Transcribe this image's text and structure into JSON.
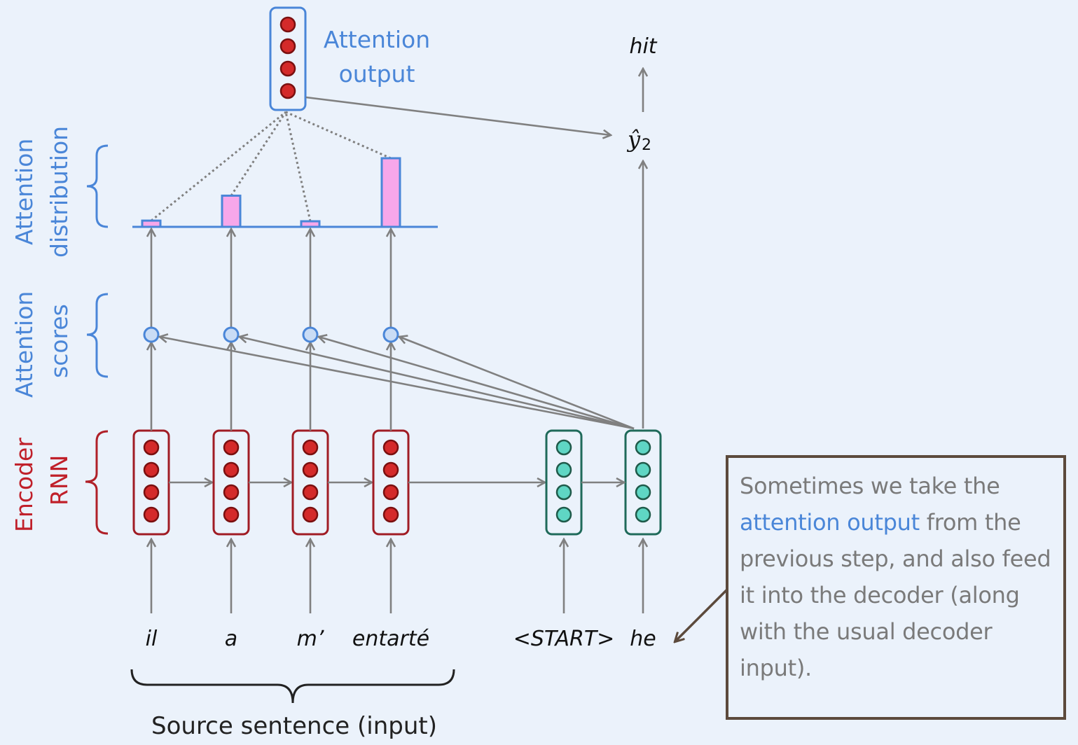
{
  "title": "Attention with input feeding (seq2seq decoder step 2)",
  "labels": {
    "attention_output": [
      "Attention",
      "output"
    ],
    "attention_distribution": [
      "Attention",
      "distribution"
    ],
    "attention_scores": [
      "Attention",
      "scores"
    ],
    "encoder_rnn": [
      "Encoder",
      "RNN"
    ],
    "source_sentence": "Source sentence (input)",
    "y_hat": "ŷ",
    "y_hat_sub": "2",
    "output_word": "hit"
  },
  "source_words": [
    "il",
    "a",
    "m’",
    "entarté"
  ],
  "decoder_words": [
    "<START>",
    "he"
  ],
  "attention_distribution_weights": [
    0.05,
    0.25,
    0.04,
    0.55
  ],
  "callout": {
    "before": "Sometimes we take the ",
    "highlight": "attention output",
    "after": " from the previous step, and also feed it into the decoder (along with the usual decoder input)."
  },
  "colors": {
    "background": "#ebf2fb",
    "blue": "#4a86d8",
    "encoder_red": "#a01c24",
    "encoder_fill": "#d42a2a",
    "decoder_green": "#1f6a5a",
    "decoder_fill": "#5fd6c4",
    "bar_fill": "#f7a7ea",
    "arrow_gray": "#808080",
    "callout_border": "#5c4a3c"
  }
}
